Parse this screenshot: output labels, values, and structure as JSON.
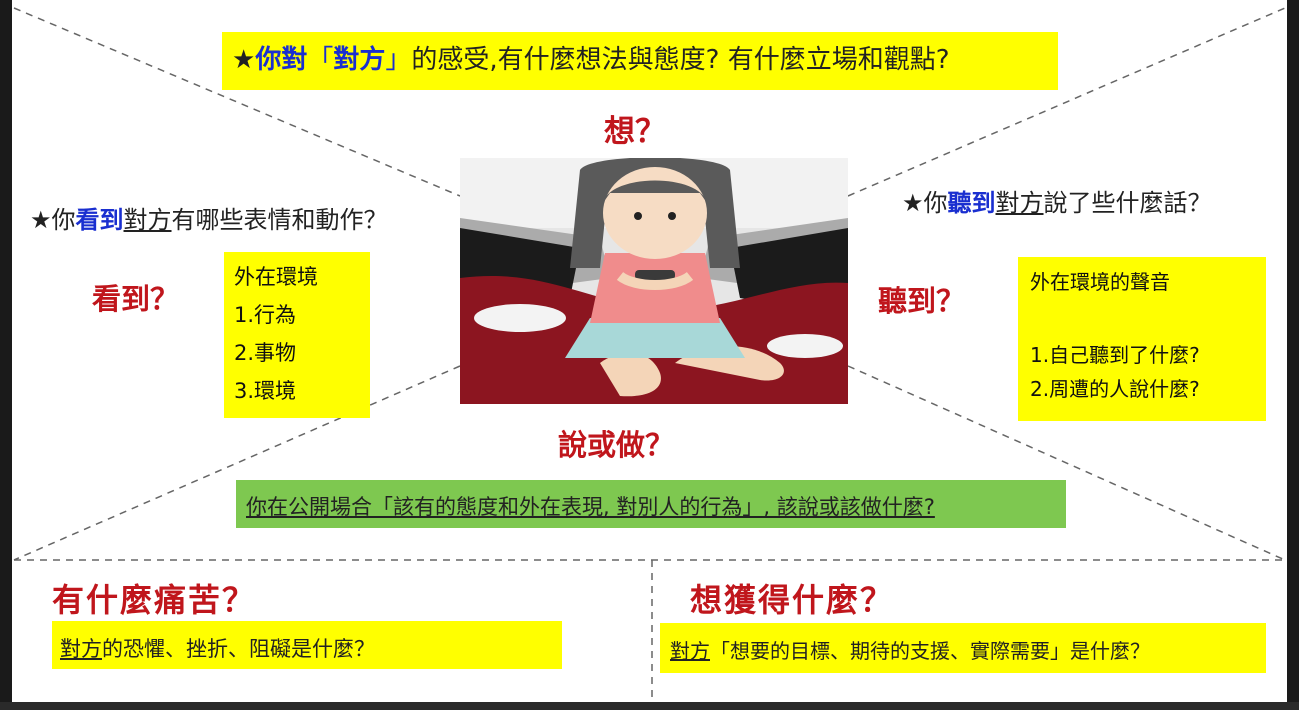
{
  "top": {
    "star": "★",
    "you": "你對",
    "q_open": "「",
    "other": "對方",
    "q_close": "」",
    "rest": "的感受,有什麼想法與態度? 有什麼立場和觀點?"
  },
  "think": "想？",
  "see": {
    "lead_star": "★你",
    "blue": "看到",
    "other": "對方",
    "rest": "有哪些表情和動作？",
    "label": "看到？",
    "items": [
      "外在環境",
      "1.行為",
      "2.事物",
      "3.環境"
    ]
  },
  "hear": {
    "lead_star": "★你",
    "blue": "聽到",
    "other": "對方",
    "rest": "說了些什麼話？",
    "label": "聽到？",
    "items": [
      "外在環境的聲音",
      "1.自己聽到了什麼?",
      "2.周遭的人說什麼?"
    ]
  },
  "say_do": "說或做？",
  "public": "你在公開場合「該有的態度和外在表現, 對別人的行為」, 該說或該做什麼?",
  "pain": {
    "title": "有什麼痛苦？",
    "other": "對方",
    "rest": "的恐懼、挫折、阻礙是什麼？"
  },
  "gain": {
    "title": "想獲得什麼？",
    "other": "對方",
    "rest": "「想要的目標、期待的支援、實際需要」是什麼？"
  },
  "colors": {
    "yellow": "#ffff00",
    "green": "#7ec850",
    "red": "#c0161c",
    "blue": "#1a2fd0"
  }
}
